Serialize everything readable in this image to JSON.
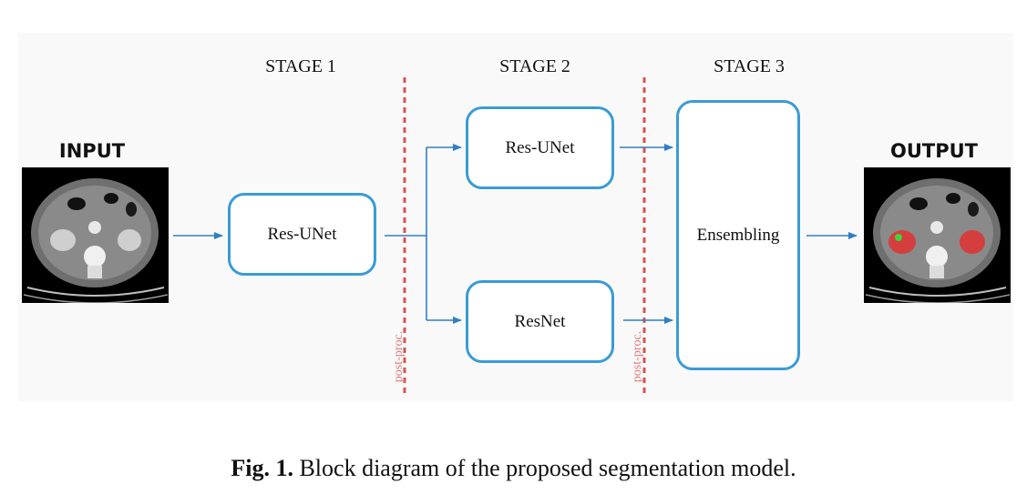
{
  "stages": [
    "STAGE 1",
    "STAGE 2",
    "STAGE 3"
  ],
  "input_label": "INPUT",
  "output_label": "OUTPUT",
  "blocks": {
    "stage1": "Res-UNet",
    "stage2_top": "Res-UNet",
    "stage2_bottom": "ResNet",
    "stage3": "Ensembling"
  },
  "postproc_label": "post-proc.",
  "caption": {
    "prefix": "Fig. 1.",
    "text": "Block diagram of the proposed segmentation model."
  },
  "colors": {
    "block_border": "#3a9bd6",
    "arrow": "#2f7fc4",
    "postproc_line": "#d9534f",
    "segmentation_red": "#e03030",
    "segmentation_green": "#3fd13f"
  }
}
